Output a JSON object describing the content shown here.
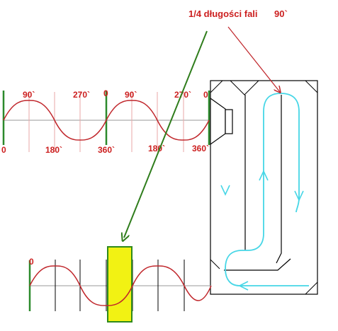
{
  "title_label": "1/4 długości fali",
  "title_degree": "90`",
  "upper_wave": {
    "top_labels": [
      "90`",
      "270`",
      "0",
      "90`",
      "270`",
      "0"
    ],
    "bottom_labels": [
      "0",
      "180`",
      "360`",
      "180`",
      "360`"
    ]
  },
  "lower_wave": {
    "start_label": "0"
  },
  "colors": {
    "wave": "#c0262b",
    "divider": "#2c8a2c",
    "pointer_green": "#2f7d1c",
    "pointer_red": "#c0262b",
    "air_path": "#46d6e6",
    "marker_fill": "#f2f213",
    "marker_stroke": "#2f8a1c",
    "enclosure": "#000000"
  }
}
